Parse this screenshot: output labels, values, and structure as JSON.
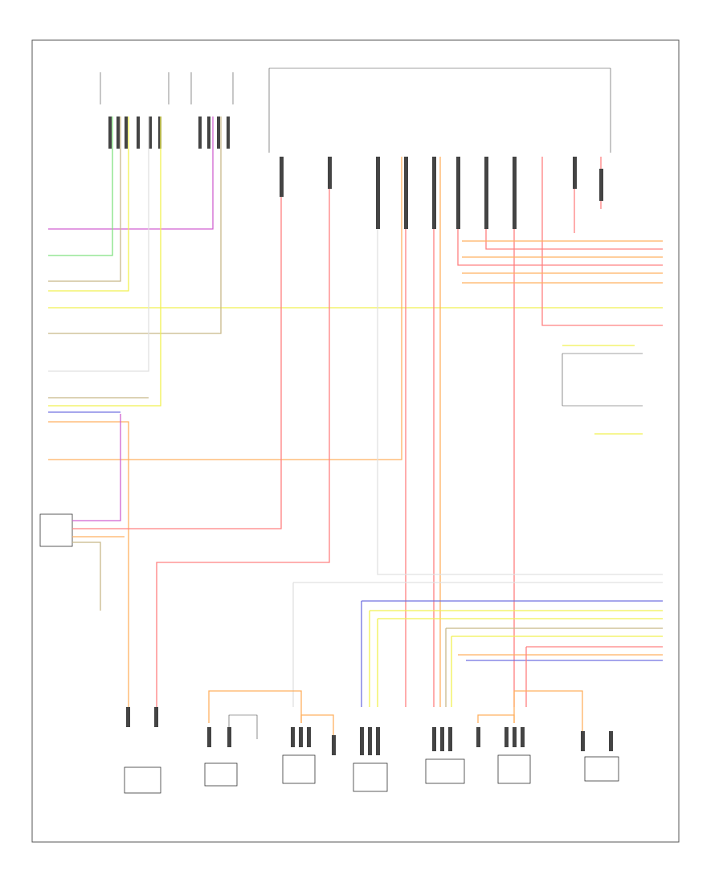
{
  "diagram": {
    "footer_code": "",
    "colors": {
      "red": "#ff8080",
      "pink": "#ffb0c0",
      "orange": "#ffb060",
      "yellow": "#f0f050",
      "green": "#80e080",
      "violet": "#d060d0",
      "blue": "#7070e0",
      "tan": "#c8b888",
      "white": "#e0e0e0",
      "black": "#333333"
    },
    "components": [
      {
        "id": "brake-switch"
      },
      {
        "id": "fuse-box-top-left"
      },
      {
        "id": "fuse-box-top-center"
      },
      {
        "id": "fuse-box-top-right"
      },
      {
        "id": "ecm-left-module"
      },
      {
        "id": "eas-relay-bottom"
      },
      {
        "id": "temp-sensor-bottom"
      },
      {
        "id": "height-sensor-left"
      },
      {
        "id": "pressure-sensor"
      },
      {
        "id": "height-sensor-right"
      },
      {
        "id": "fuel-tank-sender"
      }
    ]
  }
}
